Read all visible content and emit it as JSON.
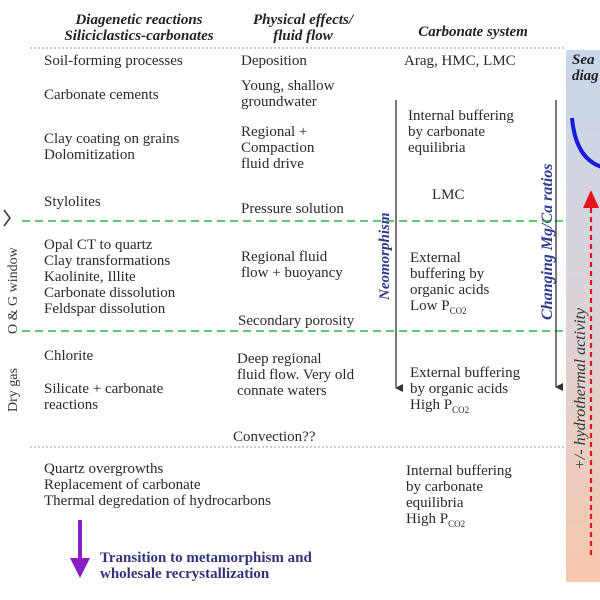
{
  "headers": {
    "col1": "Diagenetic reactions\nSiliciclastics-carbonates",
    "col2": "Physical effects/\nfluid flow",
    "col3": "Carbonate system"
  },
  "col1": [
    "Soil-forming processes",
    "Carbonate cements",
    "Clay coating on grains\nDolomitization",
    "Stylolites",
    "Opal CT to quartz\nClay transformations\nKaolinite, Illite\nCarbonate dissolution\nFeldspar dissolution",
    "Chlorite",
    "Silicate + carbonate\nreactions",
    "Quartz overgrowths\nReplacement of carbonate\nThermal degredation of hydrocarbons"
  ],
  "col2": [
    "Deposition",
    "Young, shallow\ngroundwater",
    "Regional +\nCompaction\nfluid drive",
    "Pressure solution",
    "Regional fluid\nflow + buoyancy",
    "Secondary porosity",
    "Deep regional\nfluid flow. Very old\nconnate waters",
    "Convection??"
  ],
  "col3": {
    "arag": "Arag, HMC, LMC",
    "internal1": "Internal buffering\nby carbonate\nequilibria",
    "lmc": "LMC",
    "external1": "External\nbuffering by\norganic acids",
    "low_pco2": "Low P",
    "external2": "External buffering\nby organic acids",
    "high_pco2_1": "High P",
    "internal2": "Internal buffering\nby carbonate\nequilibria",
    "high_pco2_2": "High P",
    "co2_sub": "CO2"
  },
  "vertical_labels": {
    "neomorphism": "Neomorphism",
    "changing_ratios": "Changing Mg/Ca ratios",
    "hydrothermal": "+/- hydrothermal activity",
    "oil_gas_window": "O & G window",
    "dry_gas": "Dry gas"
  },
  "side_panel": {
    "label": "Sea\ndiag"
  },
  "transition": "Transition to metamorphism and\nwholesale recrystallization",
  "colors": {
    "dashed_green": "#2fb84a",
    "dotted_gray": "#9a9a9a",
    "arrow_dark": "#333333",
    "purple_arrow": "#8a1fc6",
    "hydro_red": "#e2141e",
    "curve_blue": "#1a1adf",
    "panel_top": "#c8d7ea",
    "panel_bottom": "#f7c8ad"
  }
}
